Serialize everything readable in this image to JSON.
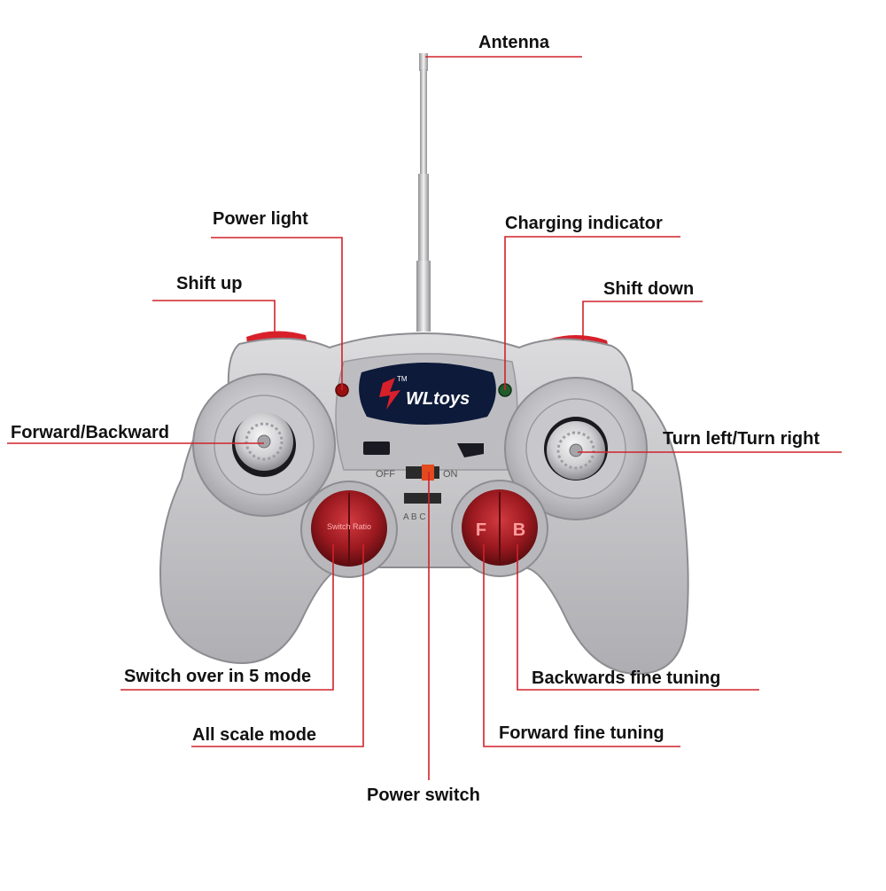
{
  "labels": {
    "antenna": "Antenna",
    "power_light": "Power light",
    "charging_indicator": "Charging indicator",
    "shift_up": "Shift up",
    "shift_down": "Shift down",
    "forward_backward": "Forward/Backward",
    "turn_left_right": "Turn left/Turn right",
    "switch_over": "Switch over in 5 mode",
    "all_scale": "All scale mode",
    "power_switch": "Power switch",
    "forward_fine": "Forward fine tuning",
    "backwards_fine": "Backwards fine tuning"
  },
  "device": {
    "brand": "WLtoys",
    "trademark": "TM",
    "switch_off": "OFF",
    "switch_on": "ON",
    "mode_letters": "A  B  C",
    "left_button_text": "Switch  Ratio",
    "right_button_left": "F",
    "right_button_right": "B"
  },
  "colors": {
    "leader_line": "#d0222a",
    "body_silver": "#c9c9cc",
    "trigger_red": "#d8202a",
    "button_red": "#b51f25",
    "logo_dark": "#0d1a3a",
    "led_red": "#9a1010",
    "led_green": "#1f5c2a"
  }
}
